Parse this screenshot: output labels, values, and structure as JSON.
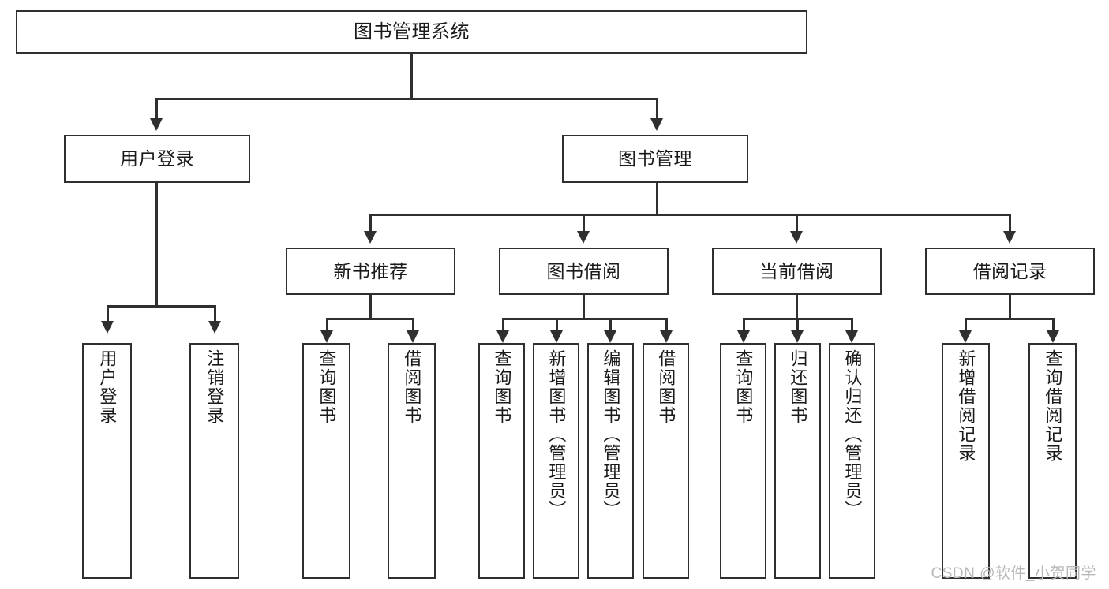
{
  "diagram": {
    "type": "tree-hierarchy",
    "title_node": {
      "label": "图书管理系统"
    },
    "level2": [
      {
        "id": "user-login",
        "label": "用户登录"
      },
      {
        "id": "book-manage",
        "label": "图书管理"
      }
    ],
    "level3": [
      {
        "id": "new-book-recommend",
        "label": "新书推荐"
      },
      {
        "id": "book-borrow",
        "label": "图书借阅"
      },
      {
        "id": "current-borrow",
        "label": "当前借阅"
      },
      {
        "id": "borrow-record",
        "label": "借阅记录"
      }
    ],
    "leaves": {
      "user_login": [
        {
          "id": "leaf-user-login",
          "label": "用户登录"
        },
        {
          "id": "leaf-logout-login",
          "label": "注销登录"
        }
      ],
      "new_book_recommend": [
        {
          "id": "leaf-query-book-1",
          "label": "查询图书"
        },
        {
          "id": "leaf-borrow-book-1",
          "label": "借阅图书"
        }
      ],
      "book_borrow": [
        {
          "id": "leaf-query-book-2",
          "label": "查询图书"
        },
        {
          "id": "leaf-add-book",
          "label": "新增图书（管理员）"
        },
        {
          "id": "leaf-edit-book",
          "label": "编辑图书（管理员）"
        },
        {
          "id": "leaf-borrow-book-2",
          "label": "借阅图书"
        }
      ],
      "current_borrow": [
        {
          "id": "leaf-query-book-3",
          "label": "查询图书"
        },
        {
          "id": "leaf-return-book",
          "label": "归还图书"
        },
        {
          "id": "leaf-confirm-return",
          "label": "确认归还（管理员）"
        }
      ],
      "borrow_record": [
        {
          "id": "leaf-add-record",
          "label": "新增借阅记录"
        },
        {
          "id": "leaf-query-record",
          "label": "查询借阅记录"
        }
      ]
    }
  },
  "watermark": {
    "text": "CSDN @软件_小贺同学"
  },
  "colors": {
    "stroke": "#2f2f2f",
    "fill": "#ffffff",
    "text": "#1a1a1a",
    "watermark": "#b9b9b9"
  }
}
